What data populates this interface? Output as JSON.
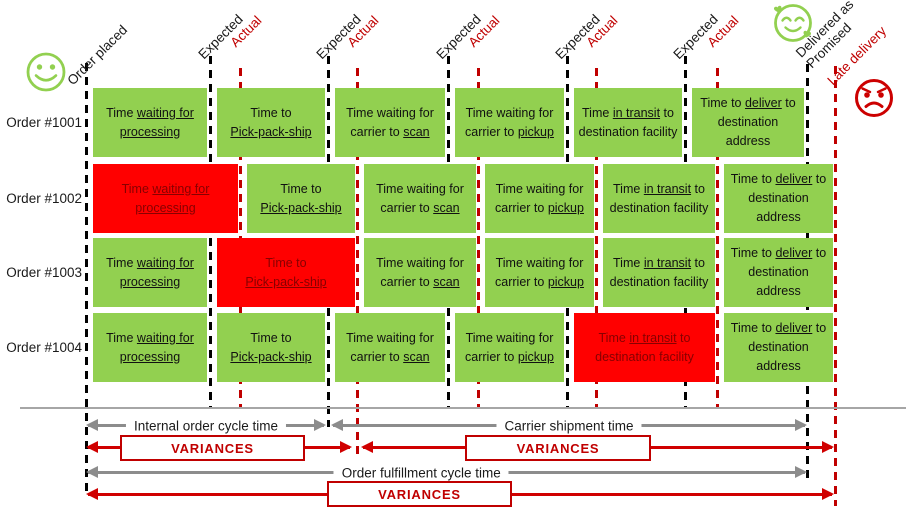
{
  "header": {
    "start_face_icon": "smiley-face",
    "order_placed": "Order placed",
    "expected": "Expected",
    "actual": "Actual",
    "delivered_line1": "Delivered as",
    "delivered_line2": "Promised",
    "late_delivery": "Late delivery",
    "delivered_face_icon": "smiling-face-with-hearts",
    "late_face_icon": "angry-face"
  },
  "phases": [
    {
      "name": "processing",
      "segments": [
        {
          "t": "Time "
        },
        {
          "t": "waiting for processing",
          "u": true
        }
      ]
    },
    {
      "name": "pick-pack-ship",
      "segments": [
        {
          "t": "Time to"
        },
        {
          "br": true
        },
        {
          "t": "Pick-pack-ship",
          "u": true,
          "nw": true
        }
      ]
    },
    {
      "name": "carrier-scan",
      "segments": [
        {
          "t": "Time waiting for carrier to "
        },
        {
          "t": "scan",
          "u": true
        }
      ]
    },
    {
      "name": "carrier-pickup",
      "segments": [
        {
          "t": "Time waiting for carrier to "
        },
        {
          "t": "pickup",
          "u": true
        }
      ]
    },
    {
      "name": "in-transit",
      "segments": [
        {
          "t": "Time "
        },
        {
          "t": "in transit",
          "u": true,
          "nw": true
        },
        {
          "t": " to destination facility"
        }
      ]
    },
    {
      "name": "deliver",
      "segments": [
        {
          "t": "Time to "
        },
        {
          "t": "deliver",
          "u": true
        },
        {
          "t": " to destination address"
        }
      ]
    }
  ],
  "orders": [
    {
      "label": "Order #1001",
      "delayed_phase": null
    },
    {
      "label": "Order #1002",
      "delayed_phase": 0,
      "delayed_phase_name": "processing"
    },
    {
      "label": "Order #1003",
      "delayed_phase": 1,
      "delayed_phase_name": "pick-pack-ship"
    },
    {
      "label": "Order #1004",
      "delayed_phase": 4,
      "delayed_phase_name": "in-transit"
    }
  ],
  "footer": {
    "internal_cycle": "Internal order cycle time",
    "carrier_shipment": "Carrier shipment time",
    "fulfillment_cycle": "Order fulfillment cycle time",
    "variances": "VARIANCES"
  },
  "colors": {
    "on_time": "#92d050",
    "delayed": "#ff0000",
    "delayed_text": "#870000",
    "accent_red": "#c00000",
    "arrow_red": "#d00000",
    "arrow_gray": "#8c8c8c"
  }
}
